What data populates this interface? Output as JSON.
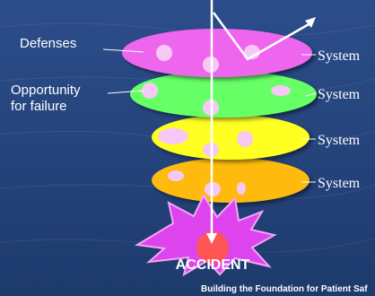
{
  "labels": {
    "defenses": "Defenses",
    "opportunity_line1": "Opportunity",
    "opportunity_line2": "for failure",
    "accident": "ACCIDENT",
    "footer": "Building the Foundation for Patient Saf"
  },
  "layers": [
    {
      "label": "System",
      "color": "#ee66ee"
    },
    {
      "label": "System",
      "color": "#66ff66"
    },
    {
      "label": "System",
      "color": "#ffff22"
    },
    {
      "label": "System",
      "color": "#ffbb11"
    }
  ],
  "colors": {
    "background": "#24447e",
    "hole": "#f7c8f5",
    "trajectory": "#ffffff",
    "burst": "#dd44ee",
    "accident_dot": "#ff5555"
  }
}
